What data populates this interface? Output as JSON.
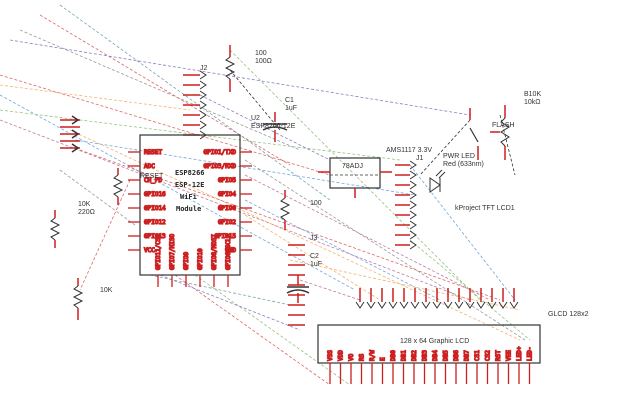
{
  "schematic": {
    "colors": {
      "wire_pin": "#cc1f1f",
      "body": "#333333",
      "ratsnest": [
        "#e06666",
        "#6fa8dc",
        "#93c47d",
        "#f6b26b",
        "#8e7cc3",
        "#76a5af",
        "#c27ba0",
        "#999999"
      ]
    },
    "labels": {
      "j2": "J2",
      "r100a_ref": "100",
      "r100a_val": "100Ω",
      "u2_ref": "U2",
      "u2_val": "ESP8266-12E",
      "c1_ref": "C1",
      "c1_val": "1uF",
      "r10k_a_ref": "10K",
      "r10k_a_val": "220Ω",
      "r10k_b": "10K",
      "r100b": "100",
      "j3": "J3",
      "c2_ref": "C2",
      "c2_val": "1uF",
      "ams": "AMS1117 3.3V",
      "reg_body": "78ADJ",
      "j1": "J1",
      "led_ref": "PWR LED",
      "led_val": "Red (633nm)",
      "kproject": "kProject TFT LCD1",
      "b10k_ref": "B10K",
      "b10k_val": "10kΩ",
      "flash": "FLASH",
      "glcd_ref": "GLCD 128x2",
      "glcd_body": "128 x 64 Graphic LCD",
      "reset_sw": "RESET",
      "esp_line1": "ESP8266",
      "esp_line2": "ESP-12E",
      "esp_line3": "WiFi",
      "esp_line4": "Module"
    },
    "esp_pins_left": [
      "RESET",
      "ADC",
      "CH_PD",
      "GPIO16",
      "GPIO14",
      "GPIO12",
      "GPIO13",
      "VCC"
    ],
    "esp_pins_right": [
      "GPIO1/TXD",
      "GPIO3/RXD",
      "GPIO5",
      "GPIO4",
      "GPIO0",
      "GPIO2",
      "GPIO15",
      "GND"
    ],
    "esp_pins_bottom": [
      "GPIO11/CS0",
      "GPIO7/MISO",
      "GPIO9",
      "GPIO10",
      "GPIO8/MOSI",
      "GPIO6/SCLK"
    ],
    "glcd_pins": [
      "VSS",
      "VDD",
      "VO",
      "RS",
      "R/W",
      "E",
      "DB0",
      "DB1",
      "DB2",
      "DB3",
      "DB4",
      "DB5",
      "DB6",
      "DB7",
      "CS1",
      "CS2",
      "RST",
      "VEE",
      "LED+",
      "LED-"
    ]
  }
}
